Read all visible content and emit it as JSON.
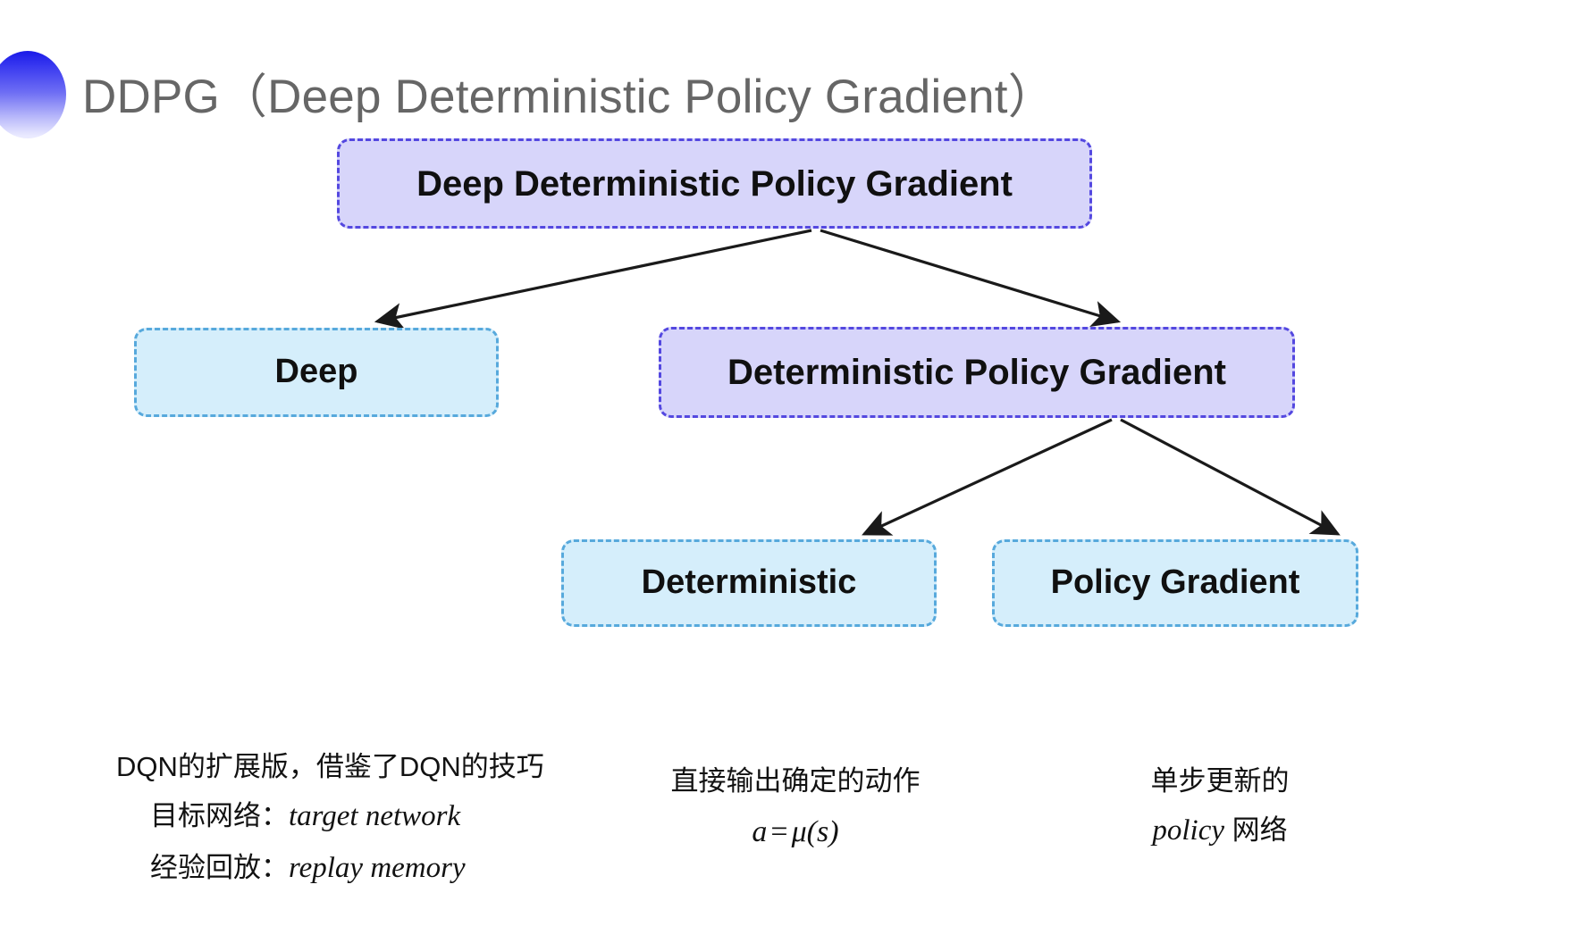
{
  "slide": {
    "title": "DDPG（Deep Deterministic Policy Gradient）",
    "bullet_icon": "half-ellipse-gradient-icon",
    "background_color": "#ffffff"
  },
  "colors": {
    "purple_fill": "#d7d5fa",
    "purple_border": "#5448e0",
    "cyan_fill": "#d5eefb",
    "cyan_border": "#57a9dc",
    "title_text": "#666666",
    "body_text": "#121212",
    "arrow": "#1a1a1a",
    "bullet_gradient_from": "#1a1ae8",
    "bullet_gradient_to": "#eaeaff"
  },
  "diagram": {
    "type": "tree",
    "nodes": [
      {
        "id": "root",
        "label": "Deep Deterministic Policy Gradient",
        "style": "purple"
      },
      {
        "id": "deep",
        "label": "Deep",
        "style": "cyan"
      },
      {
        "id": "dpg",
        "label": "Deterministic Policy Gradient",
        "style": "purple"
      },
      {
        "id": "deterministic",
        "label": "Deterministic",
        "style": "cyan"
      },
      {
        "id": "policy_gradient",
        "label": "Policy Gradient",
        "style": "cyan"
      }
    ],
    "edges": [
      {
        "from": "root",
        "to": "deep"
      },
      {
        "from": "root",
        "to": "dpg"
      },
      {
        "from": "dpg",
        "to": "deterministic"
      },
      {
        "from": "dpg",
        "to": "policy_gradient"
      }
    ]
  },
  "captions": {
    "deep": {
      "line1": "DQN的扩展版，借鉴了DQN的技巧",
      "line2_label": "目标网络：",
      "line2_term": "target network",
      "line3_label": "经验回放：",
      "line3_term": "replay memory"
    },
    "deterministic": {
      "line1": "直接输出确定的动作",
      "formula_lhs": "a",
      "formula_op": "=",
      "formula_rhs": "μ(s)"
    },
    "policy_gradient": {
      "line1": "单步更新的",
      "line2_term": "policy",
      "line2_rest": " 网络"
    }
  }
}
